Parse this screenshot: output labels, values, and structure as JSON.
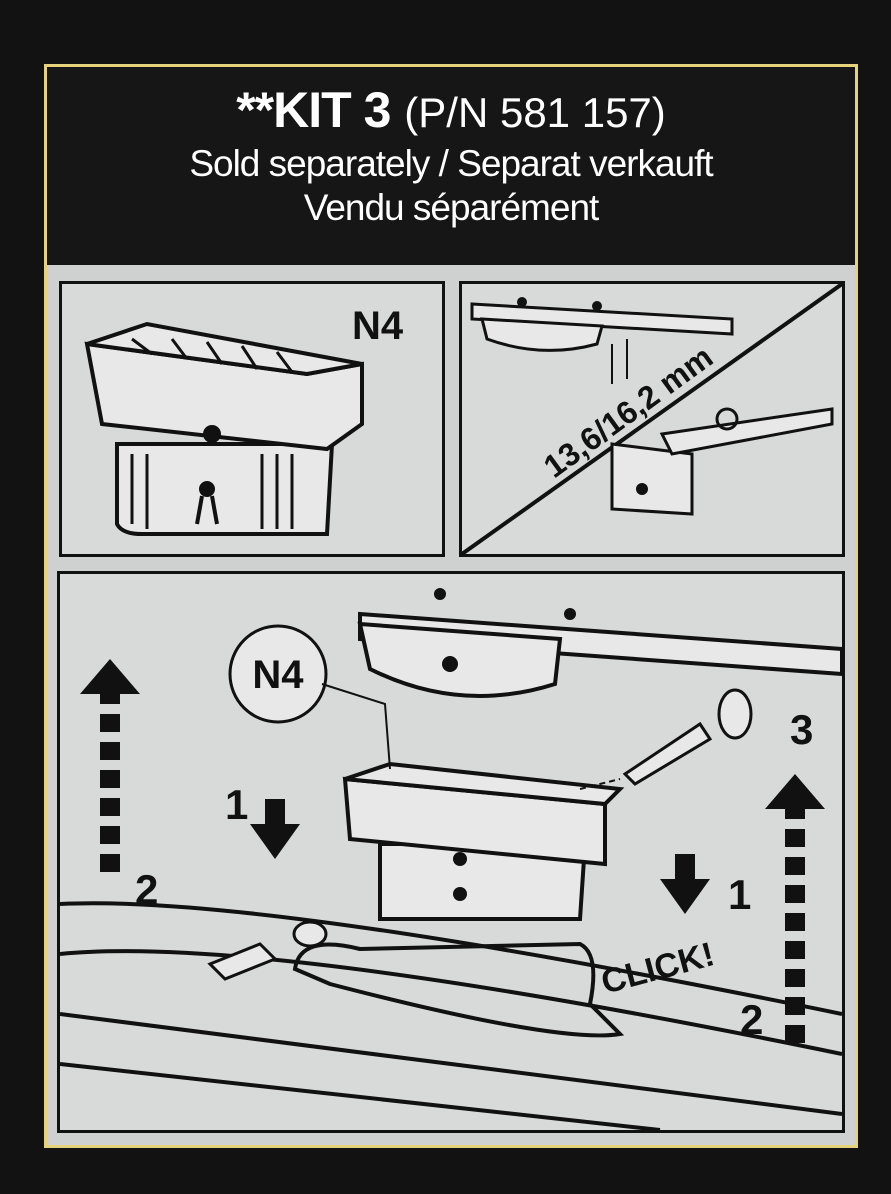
{
  "header": {
    "stars": "**",
    "kit": "KIT 3",
    "part_number": "(P/N 581 157)",
    "line2": "Sold separately / Separat verkauft",
    "line3": "Vendu séparément"
  },
  "panel_top_left": {
    "part_label": "N4"
  },
  "panel_top_right": {
    "dimension": "13,6/16,2 mm"
  },
  "panel_bottom": {
    "part_callout": "N4",
    "step_1_left": "1",
    "step_2_left": "2",
    "step_3": "3",
    "step_1_right": "1",
    "step_2_right": "2",
    "click_text": "CLICK!"
  },
  "colors": {
    "border": "#e6d27a",
    "header_bg": "#161616",
    "panel_bg": "#d8d9d9"
  }
}
